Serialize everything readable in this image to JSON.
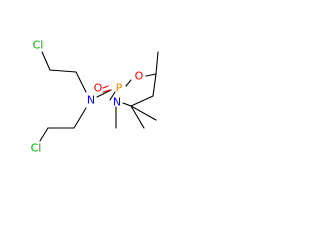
{
  "molecule": {
    "atoms": {
      "phosphorus": "P",
      "ring_oxygen": "O",
      "oxo_oxygen": "O",
      "amine_nitrogen": "N",
      "ring_nitrogen": "N",
      "chlorine_top": "Cl",
      "chlorine_bottom": "Cl"
    }
  },
  "colors": {
    "bond": "#000000",
    "carbon": "#000000",
    "nitrogen": "#0000ff",
    "oxygen": "#ff0000",
    "phosphorus": "#ff8000",
    "chlorine": "#00aa00"
  }
}
